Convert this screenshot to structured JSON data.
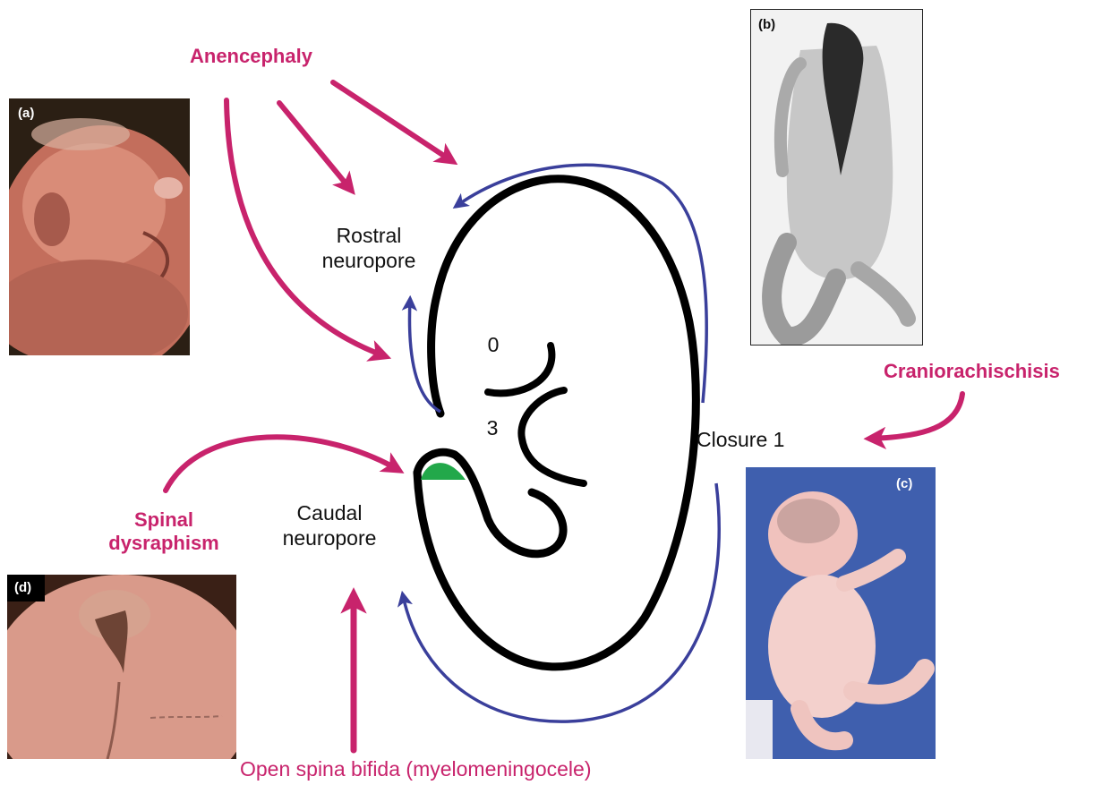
{
  "colors": {
    "magenta": "#c8236c",
    "blue": "#3a3f9b",
    "black": "#000000",
    "green": "#22a84a"
  },
  "labels": {
    "anencephaly": "Anencephaly",
    "rostral_neuropore": "Rostral\nneuropore",
    "caudal_neuropore": "Caudal\nneuropore",
    "closure_1": "Closure 1",
    "craniorachischisis": "Craniorachischisis",
    "spinal_dysraphism": "Spinal\ndysraphism",
    "open_spina_bifida": "Open spina bifida (myelomeningocele)",
    "closure_0": "0",
    "closure_3": "3"
  },
  "panels": {
    "a": {
      "tag": "(a)"
    },
    "b": {
      "tag": "(b)"
    },
    "c": {
      "tag": "(c)"
    },
    "d": {
      "tag": "(d)"
    }
  }
}
